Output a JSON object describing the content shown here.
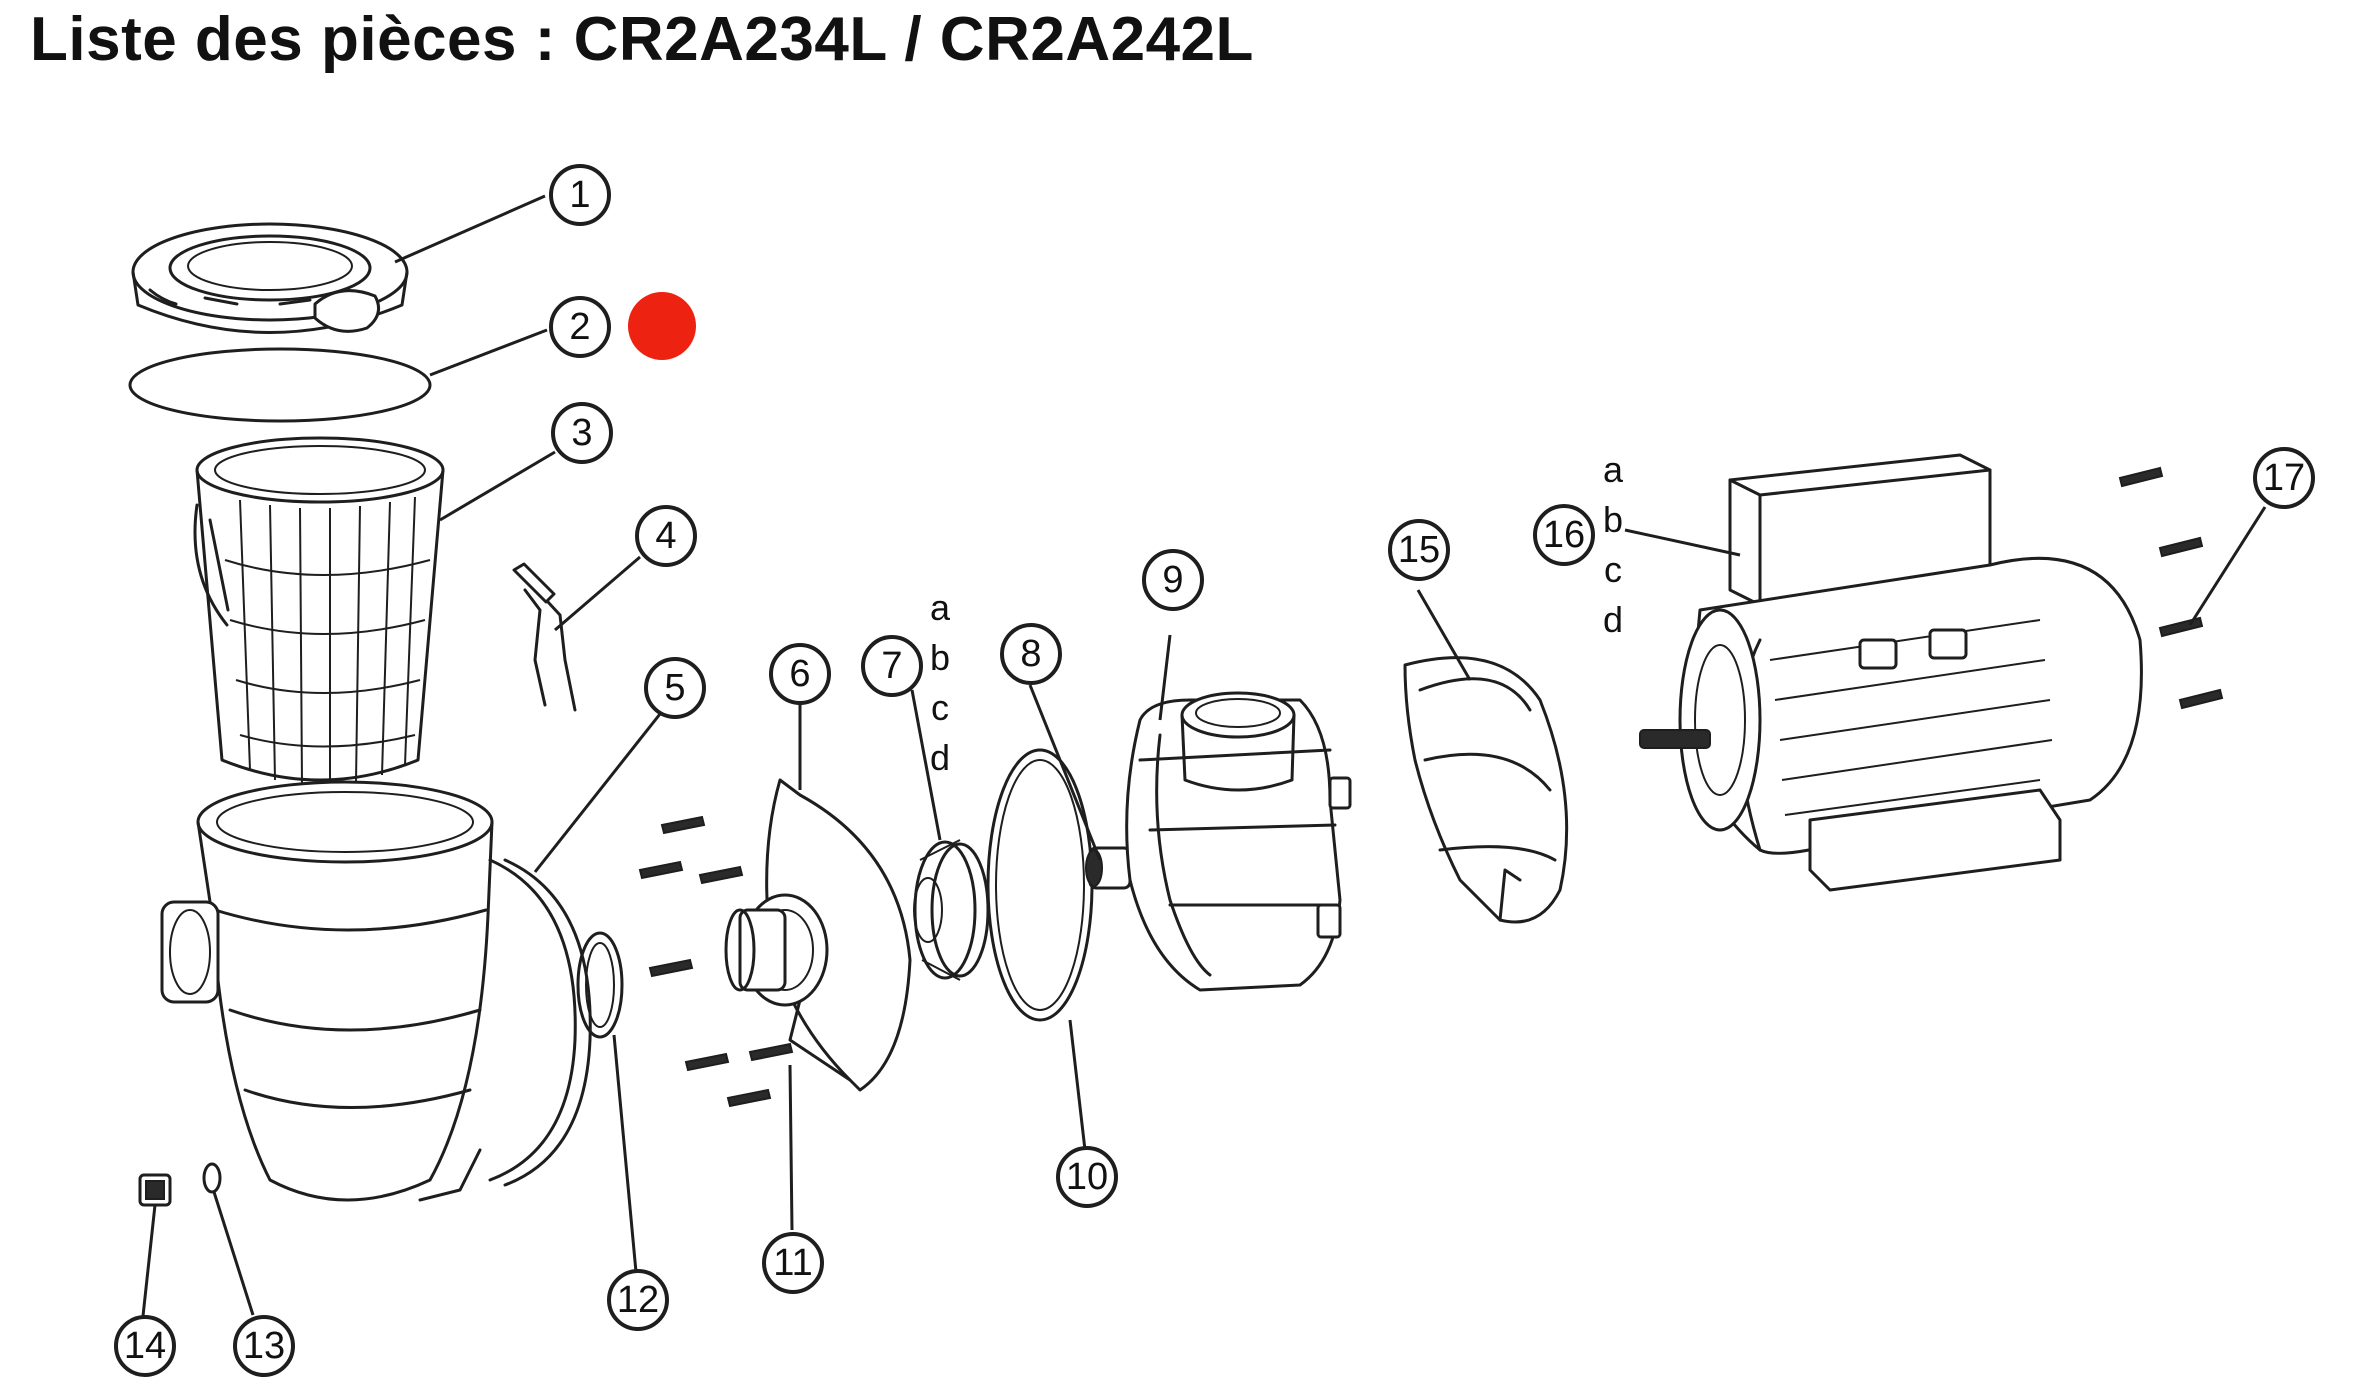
{
  "title": "Liste des pièces : CR2A234L / CR2A242L",
  "marker_color": "#ee2211",
  "callouts": [
    "1",
    "2",
    "3",
    "4",
    "5",
    "6",
    "7",
    "8",
    "9",
    "10",
    "11",
    "12",
    "13",
    "14",
    "15",
    "16",
    "17"
  ],
  "variants_7": [
    "a",
    "b",
    "c",
    "d"
  ],
  "variants_16": [
    "a",
    "b",
    "c",
    "d"
  ]
}
